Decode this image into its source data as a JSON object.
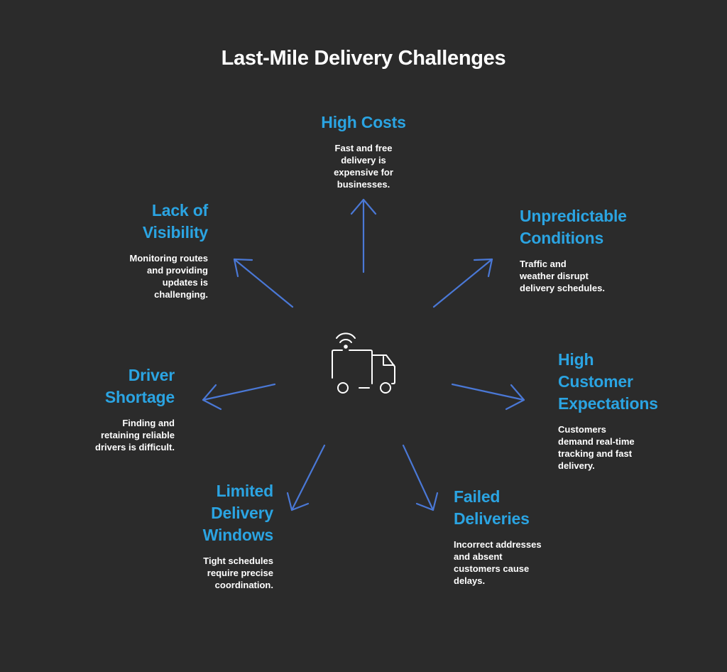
{
  "title": "Last-Mile Delivery Challenges",
  "nodes": {
    "high_costs": {
      "heading": [
        "High Costs"
      ],
      "body": [
        "Fast and free",
        "delivery is",
        "expensive for",
        "businesses."
      ]
    },
    "unpredictable": {
      "heading": [
        "Unpredictable",
        "Conditions"
      ],
      "body": [
        "Traffic and",
        "weather disrupt",
        "delivery schedules."
      ]
    },
    "customer_expectations": {
      "heading": [
        "High",
        "Customer",
        "Expectations"
      ],
      "body": [
        "Customers",
        "demand real-time",
        "tracking and fast",
        "delivery."
      ]
    },
    "failed_deliveries": {
      "heading": [
        "Failed",
        "Deliveries"
      ],
      "body": [
        "Incorrect addresses",
        "and absent",
        "customers cause",
        "delays."
      ]
    },
    "delivery_windows": {
      "heading": [
        "Limited",
        "Delivery",
        "Windows"
      ],
      "body": [
        "Tight schedules",
        "require precise",
        "coordination."
      ]
    },
    "driver_shortage": {
      "heading": [
        "Driver",
        "Shortage"
      ],
      "body": [
        "Finding and",
        "retaining reliable",
        "drivers is difficult."
      ]
    },
    "visibility": {
      "heading": [
        "Lack of",
        "Visibility"
      ],
      "body": [
        "Monitoring routes",
        "and providing",
        "updates is",
        "challenging."
      ]
    }
  },
  "center_icon": "delivery-truck-wifi-icon",
  "colors": {
    "background": "#2b2b2b",
    "heading": "#2ba4e2",
    "arrow": "#4a78d6",
    "text": "#ffffff"
  }
}
